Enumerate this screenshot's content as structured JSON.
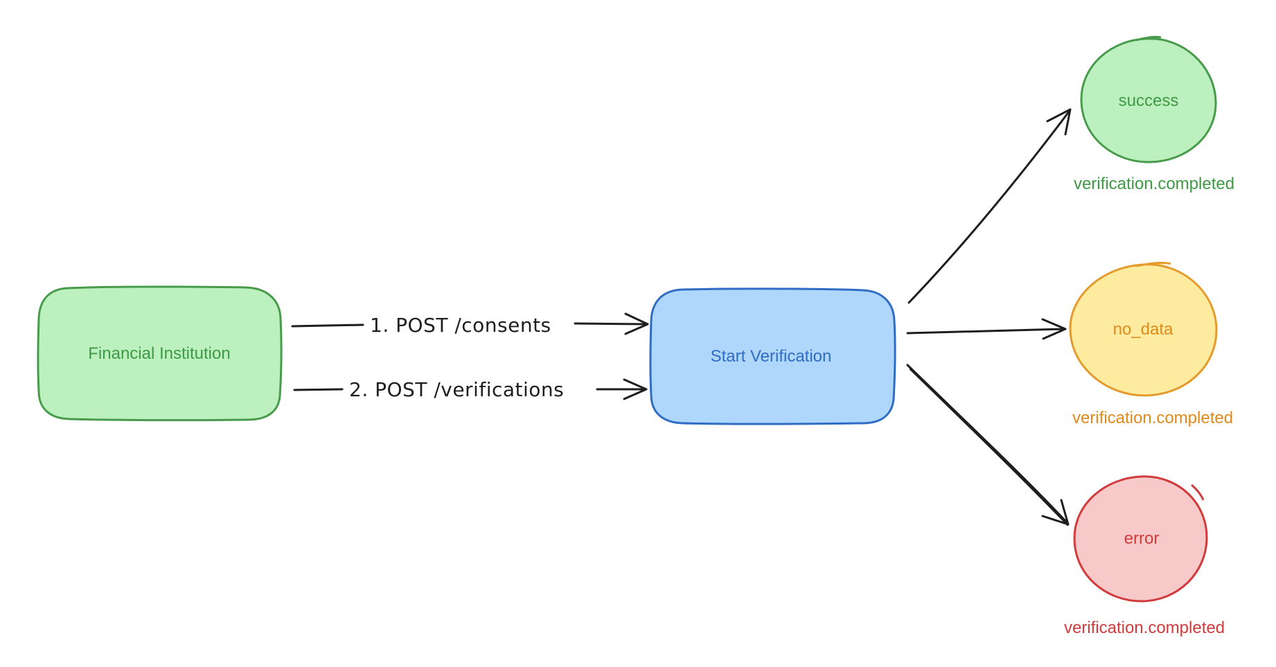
{
  "nodes": {
    "financial_institution": {
      "label": "Financial Institution",
      "fill": "#bdf0bf",
      "stroke": "#479b4b",
      "text_color": "#3e9a44"
    },
    "start_verification": {
      "label": "Start Verification",
      "fill": "#afd6fb",
      "stroke": "#2f6cc4",
      "text_color": "#2f6cc4"
    },
    "success": {
      "label": "success",
      "fill": "#bdf0bf",
      "stroke": "#479b4b",
      "text_color": "#3e9a44",
      "event": "verification.completed"
    },
    "no_data": {
      "label": "no_data",
      "fill": "#fdeba0",
      "stroke": "#e59a2c",
      "text_color": "#e08a1c",
      "event": "verification.completed"
    },
    "error": {
      "label": "error",
      "fill": "#f7c9c9",
      "stroke": "#d23b3b",
      "text_color": "#d23b3b",
      "event": "verification.completed"
    }
  },
  "edges": {
    "consents": {
      "label": "1. POST /consents"
    },
    "verifications": {
      "label": "2. POST /verifications"
    }
  },
  "colors": {
    "arrow": "#1e1e1e"
  }
}
